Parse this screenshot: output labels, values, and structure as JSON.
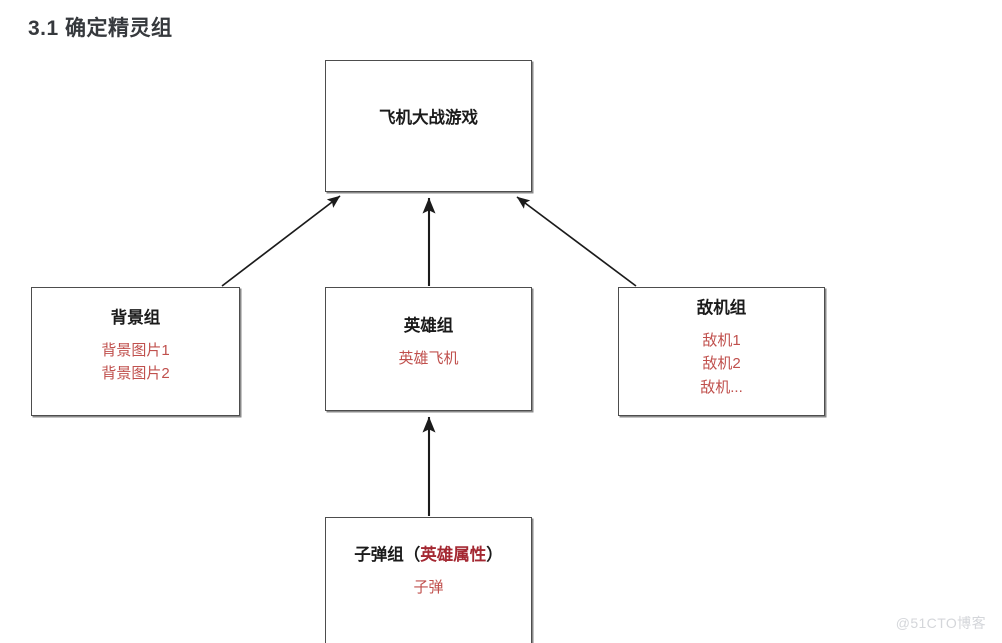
{
  "page": {
    "title": "3.1 确定精灵组",
    "watermark": "@51CTO博客",
    "colors": {
      "text_dark": "#1b1b1b",
      "accent_red": "#c0504d",
      "accent_dark_red": "#a42832",
      "box_border": "#4d4d4d",
      "heading": "#36393d",
      "watermark": "#d4d6da",
      "background": "#ffffff"
    }
  },
  "diagram": {
    "type": "hierarchy",
    "nodes": [
      {
        "id": "game",
        "title": "飞机大战游戏",
        "items": []
      },
      {
        "id": "background",
        "title": "背景组",
        "items": [
          "背景图片1",
          "背景图片2"
        ]
      },
      {
        "id": "hero",
        "title": "英雄组",
        "items": [
          "英雄飞机"
        ]
      },
      {
        "id": "enemy",
        "title": "敌机组",
        "items": [
          "敌机1",
          "敌机2",
          "敌机..."
        ]
      },
      {
        "id": "bullet",
        "title_prefix": "子弹组（",
        "title_accent": "英雄属性",
        "title_suffix": "）",
        "title": "子弹组（英雄属性）",
        "items": [
          "子弹"
        ]
      }
    ],
    "edges": [
      {
        "from": "background",
        "to": "game",
        "arrow": "up-right"
      },
      {
        "from": "hero",
        "to": "game",
        "arrow": "up"
      },
      {
        "from": "enemy",
        "to": "game",
        "arrow": "up-left"
      },
      {
        "from": "bullet",
        "to": "hero",
        "arrow": "up"
      }
    ]
  }
}
